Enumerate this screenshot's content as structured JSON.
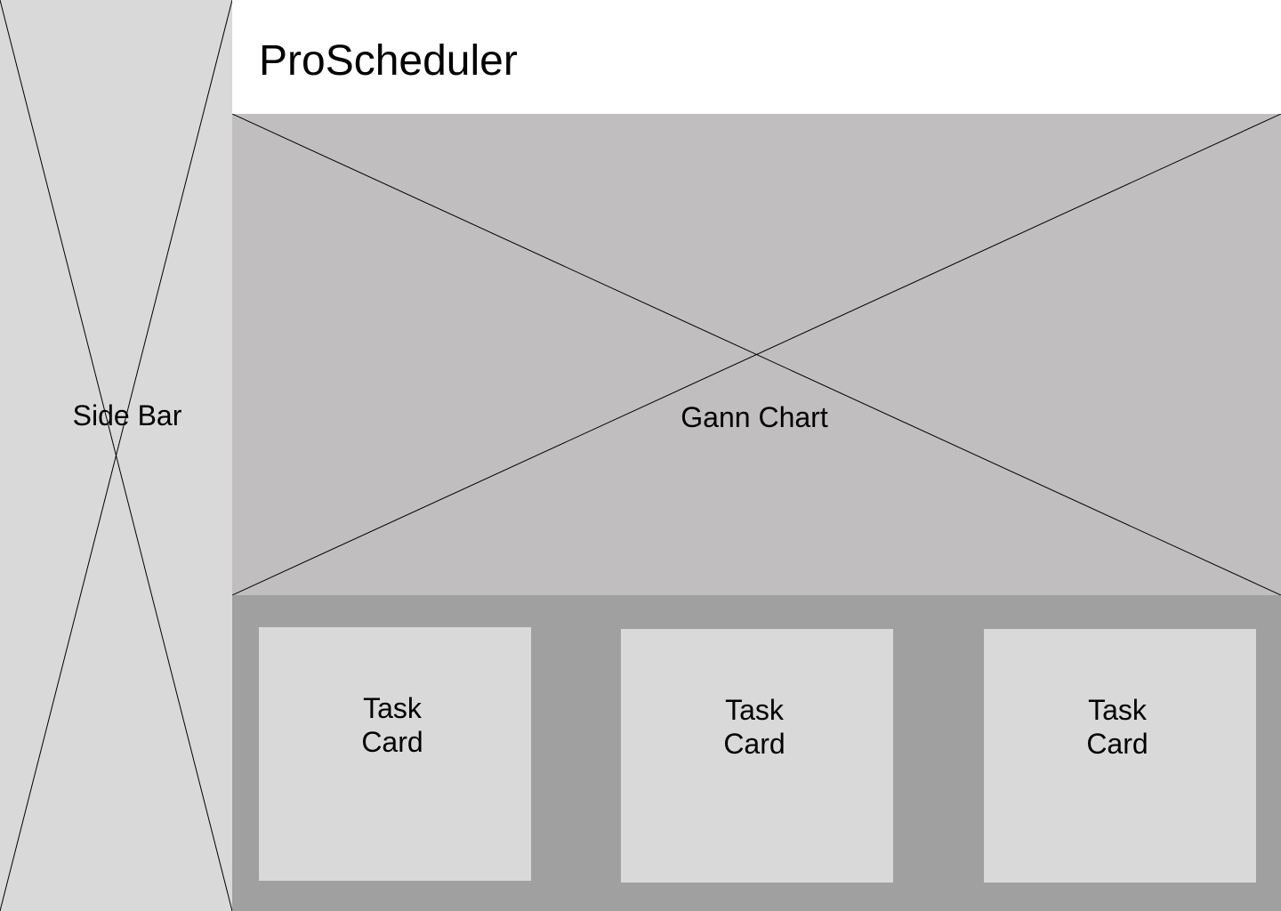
{
  "header": {
    "app_title": "ProScheduler"
  },
  "sidebar": {
    "label": "Side Bar"
  },
  "main": {
    "gantt": {
      "label": "Gann Chart"
    },
    "task_cards": [
      {
        "line1": "Task",
        "line2": "Card"
      },
      {
        "line1": "Task",
        "line2": "Card"
      },
      {
        "line1": "Task",
        "line2": "Card"
      }
    ]
  },
  "colors": {
    "sidebar_bg": "#d9d9d9",
    "gantt_bg": "#c0bebf",
    "task_tray_bg": "#a0a0a0",
    "task_card_bg": "#d9d9d9",
    "header_bg": "#ffffff"
  }
}
